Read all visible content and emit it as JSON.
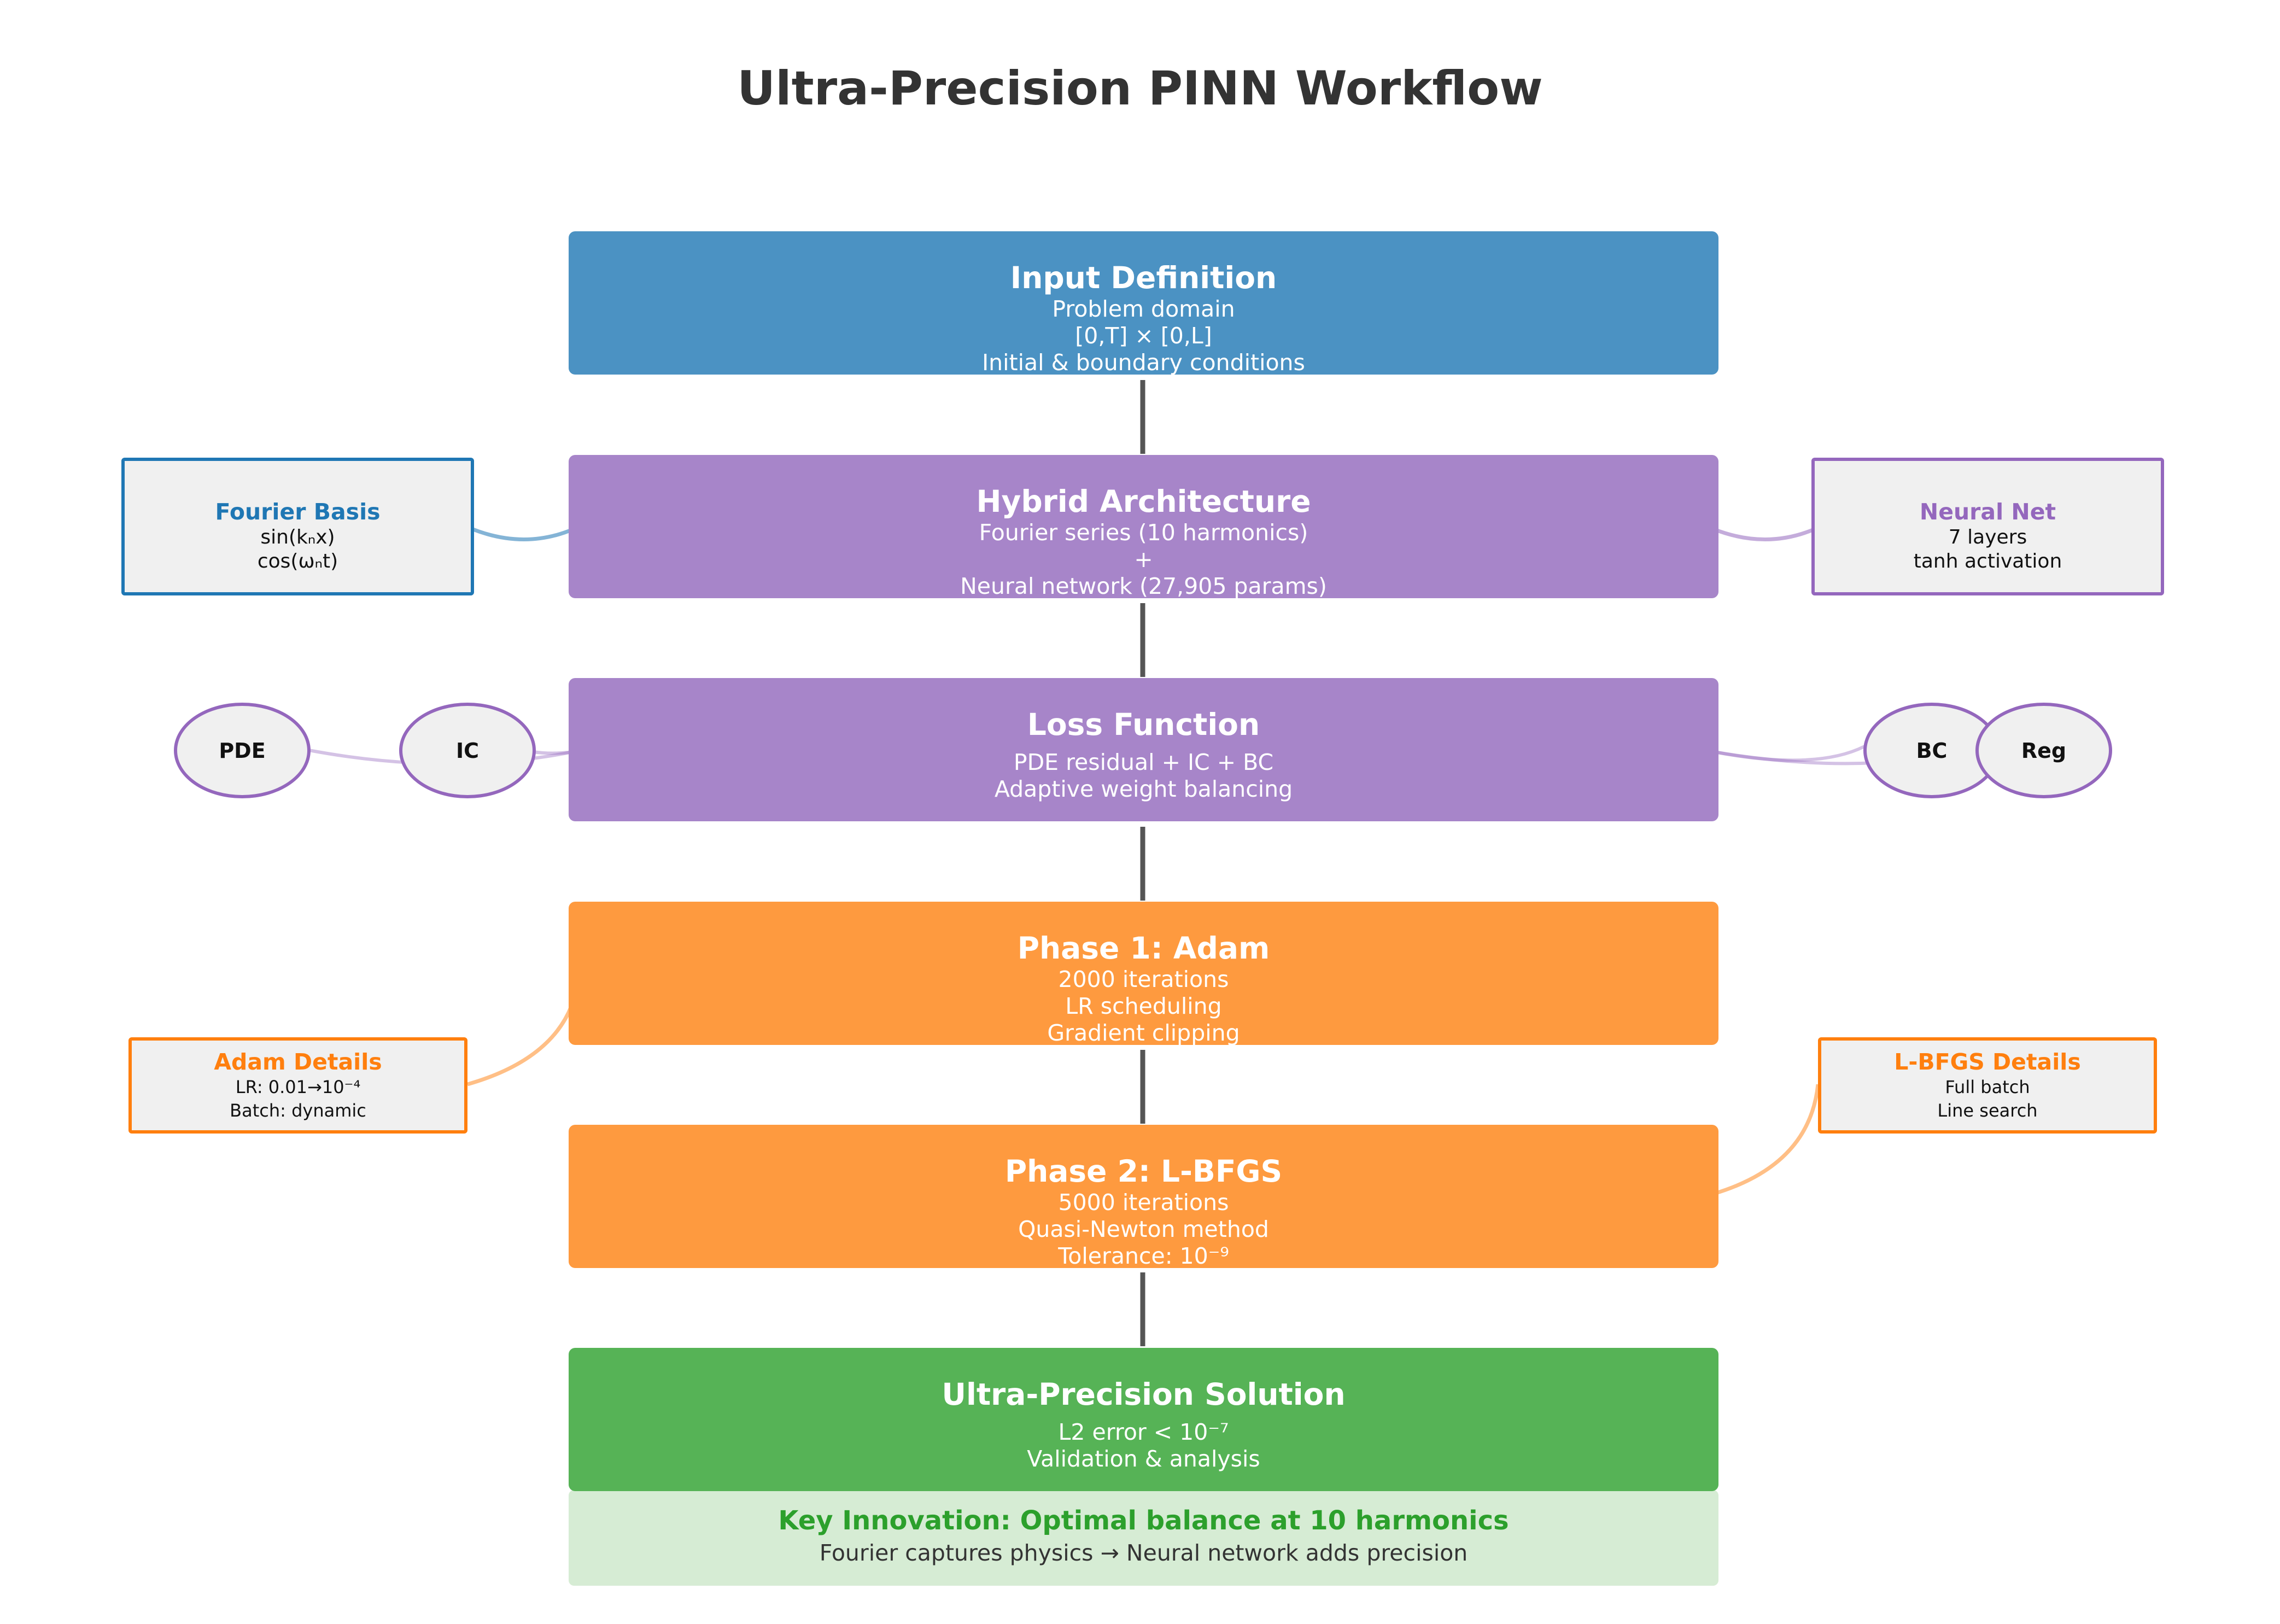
{
  "title": "Ultra-Precision PINN Workflow",
  "colors": {
    "input": "#4b92c3",
    "architecture": "#a785c9",
    "training": "#fe9a3f",
    "solution": "#56b356",
    "fourier_accent": "#1f77b4",
    "neural_accent": "#9467bd",
    "adam_accent": "#ff7f0e",
    "innovation_accent": "#2ca02c"
  },
  "stages": [
    {
      "title": "Input Definition",
      "lines": [
        "Problem domain",
        "[0,T] × [0,L]",
        "Initial & boundary conditions"
      ]
    },
    {
      "title": "Hybrid Architecture",
      "lines": [
        "Fourier series (10 harmonics)",
        "+",
        "Neural network (27,905 params)"
      ]
    },
    {
      "title": "Loss Function",
      "lines": [
        "PDE residual + IC + BC",
        "Adaptive weight balancing"
      ]
    },
    {
      "title": "Phase 1: Adam",
      "lines": [
        "2000 iterations",
        "LR scheduling",
        "Gradient clipping"
      ]
    },
    {
      "title": "Phase 2: L-BFGS",
      "lines": [
        "5000 iterations",
        "Quasi-Newton method",
        "Tolerance: 10⁻⁹"
      ]
    },
    {
      "title": "Ultra-Precision Solution",
      "lines": [
        "L2 error < 10⁻⁷",
        "Validation & analysis"
      ]
    }
  ],
  "side_boxes": {
    "fourier": {
      "title": "Fourier Basis",
      "lines": [
        "sin(kₙx)",
        "cos(ωₙt)"
      ]
    },
    "neural": {
      "title": "Neural Net",
      "lines": [
        "7 layers",
        "tanh activation"
      ]
    },
    "adam": {
      "title": "Adam Details",
      "lines": [
        "LR: 0.01→10⁻⁴",
        "Batch: dynamic"
      ]
    },
    "lbfgs": {
      "title": "L-BFGS Details",
      "lines": [
        "Full batch",
        "Line search"
      ]
    }
  },
  "loss_terms": [
    "PDE",
    "IC",
    "BC",
    "Reg"
  ],
  "innovation": {
    "title": "Key Innovation: Optimal balance at 10 harmonics",
    "subtitle": "Fourier captures physics → Neural network adds precision"
  }
}
